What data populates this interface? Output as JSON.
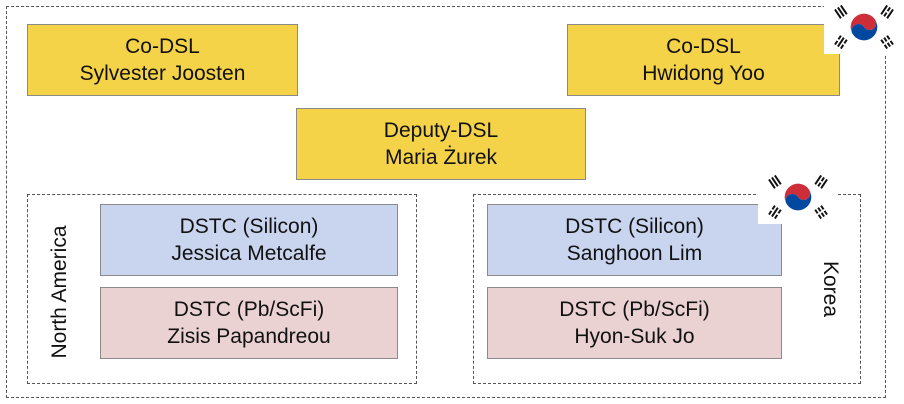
{
  "colors": {
    "dsl": "#f4d348",
    "silicon": "#c9d5ef",
    "pbscfi": "#ead1d2",
    "korea_red": "#cd2e3a",
    "korea_blue": "#0047a0"
  },
  "co_dsl_left": {
    "role": "Co-DSL",
    "name": "Sylvester Joosten"
  },
  "co_dsl_right": {
    "role": "Co-DSL",
    "name": "Hwidong Yoo"
  },
  "deputy_dsl": {
    "role": "Deputy-DSL",
    "name": "Maria Żurek"
  },
  "north_america": {
    "region": "North America",
    "silicon": {
      "role": "DSTC (Silicon)",
      "name": "Jessica Metcalfe"
    },
    "pbscfi": {
      "role": "DSTC (Pb/ScFi)",
      "name": "Zisis Papandreou"
    }
  },
  "korea": {
    "region": "Korea",
    "silicon": {
      "role": "DSTC (Silicon)",
      "name": "Sanghoon Lim"
    },
    "pbscfi": {
      "role": "DSTC (Pb/ScFi)",
      "name": "Hyon-Suk Jo"
    }
  },
  "icons": {
    "flag": "south-korea-flag-icon"
  }
}
